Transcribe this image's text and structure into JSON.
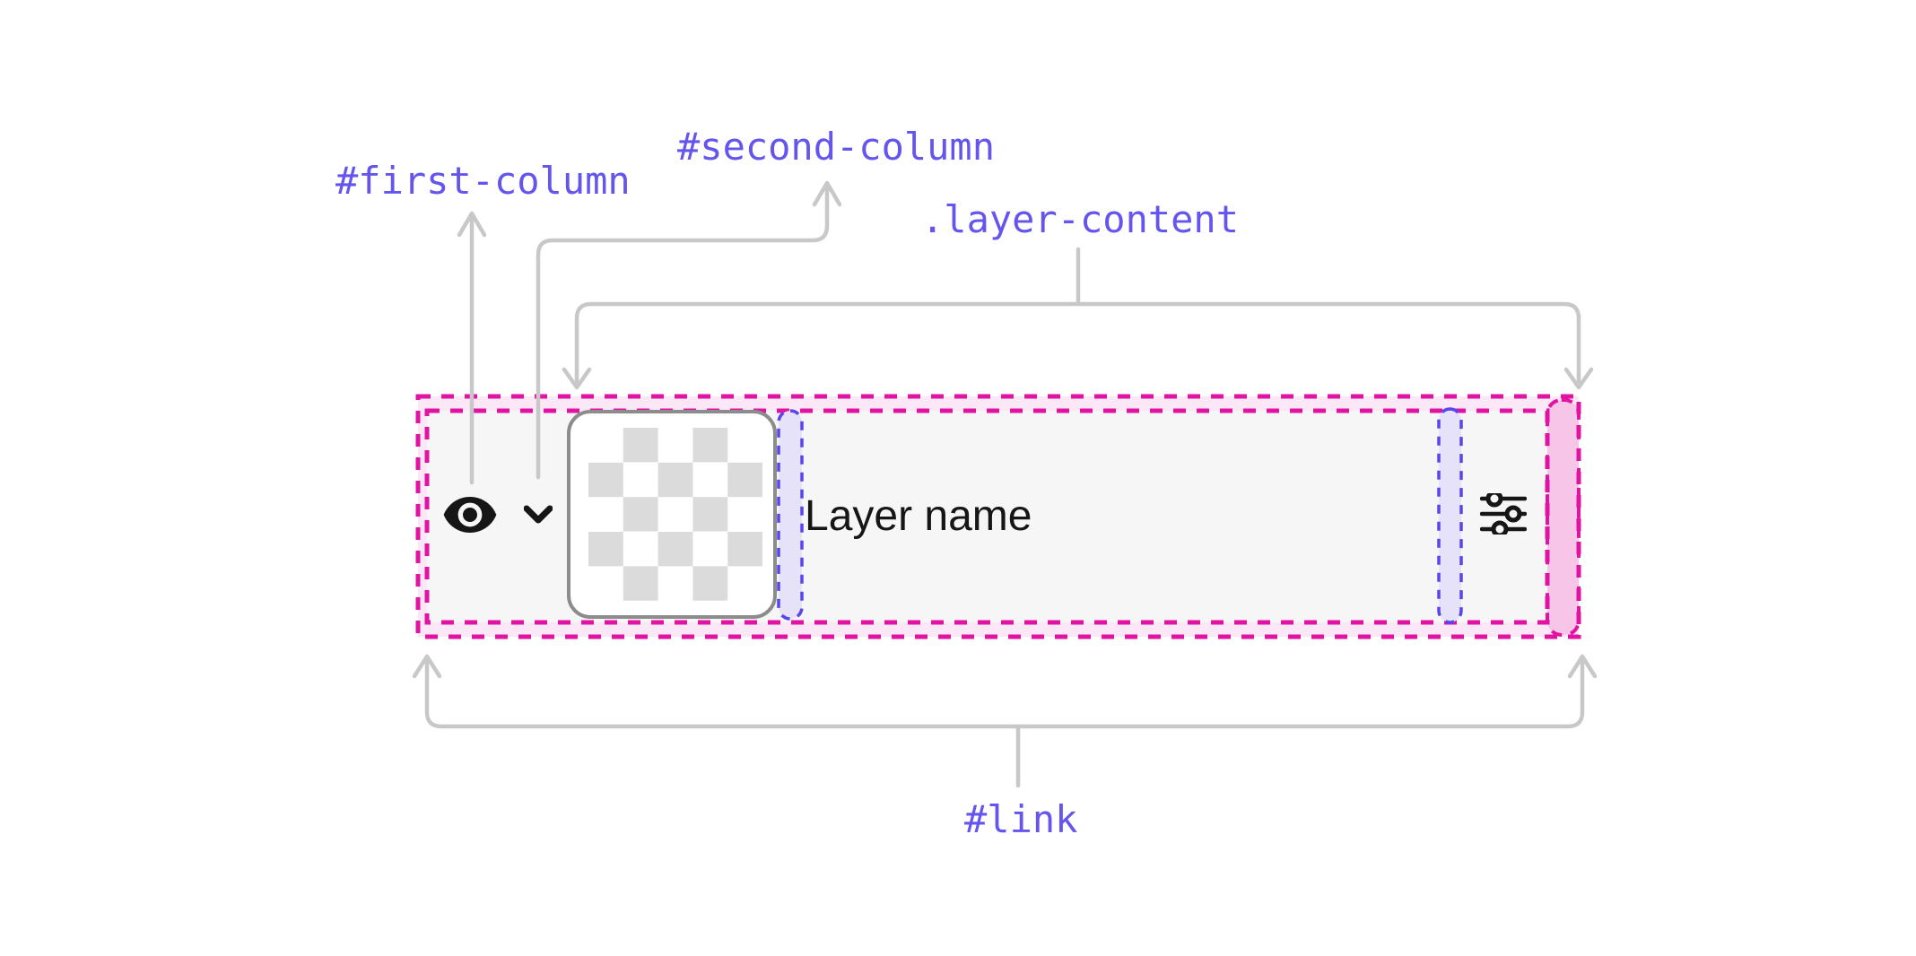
{
  "annotations": {
    "first_column_label": "#first-column",
    "second_column_label": "#second-column",
    "layer_content_label": ".layer-content",
    "link_label": "#link"
  },
  "layer_row": {
    "name": "Layer name",
    "icons": [
      "eye-icon",
      "chevron-down-icon",
      "checkerboard-thumbnail",
      "sliders-icon"
    ]
  },
  "colors": {
    "code_label_purple": "#6455EF",
    "outline_magenta": "#E013A2",
    "outline_fill_pink": "#FBE7F5",
    "right_column_fill_pink": "#F3C9E8",
    "gap_highlight_border_blue": "#5746EC",
    "gap_highlight_fill_lavender": "#E5E2FA",
    "arrow_gray": "#C8C8C8",
    "row_background_gray": "#F6F6F6",
    "checker_gray": "#DBDBDB",
    "icon_black": "#161616"
  }
}
